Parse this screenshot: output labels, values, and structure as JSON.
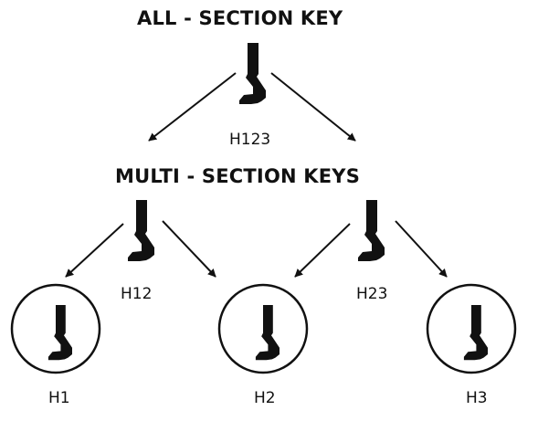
{
  "diagram": {
    "title_all": "ALL - SECTION KEY",
    "title_multi": "MULTI - SECTION KEYS",
    "keys": {
      "h123": "H123",
      "h12": "H12",
      "h23": "H23",
      "h1": "H1",
      "h2": "H2",
      "h3": "H3"
    },
    "colors": {
      "ink": "#111111",
      "background": "#ffffff"
    }
  }
}
